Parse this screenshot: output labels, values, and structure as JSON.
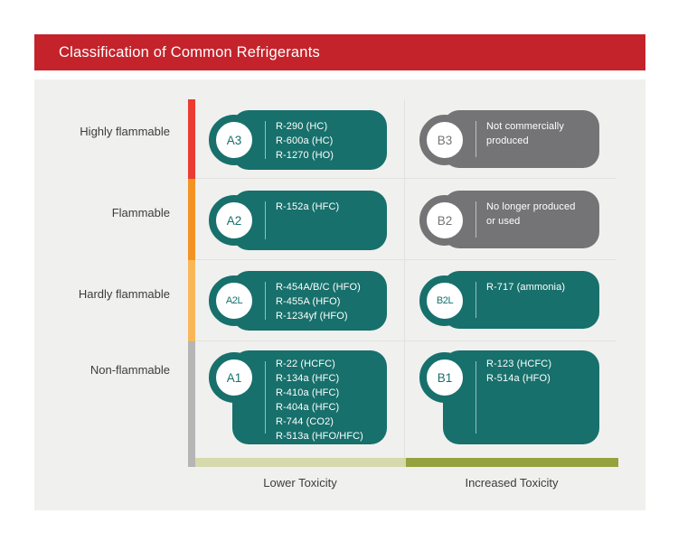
{
  "title": "Classification of Common Refrigerants",
  "colors": {
    "banner": "#c4232b",
    "panel": "#f0f0ee",
    "teal": "#17706c",
    "graycard": "#747477",
    "barred": "#ea3c32",
    "barorange": "#f39324",
    "barlightorange": "#f9b858",
    "bargray": "#b5b5b6",
    "toxleft": "#d5d9ab",
    "toxright": "#95a23d",
    "gridline": "#e2e2df",
    "labeltext": "#3c3c3c"
  },
  "rows": [
    {
      "label": "Highly flammable"
    },
    {
      "label": "Flammable"
    },
    {
      "label": "Hardly flammable"
    },
    {
      "label": "Non-flammable"
    }
  ],
  "toxicity_axis": {
    "left_label": "Lower Toxicity",
    "right_label": "Increased Toxicity"
  },
  "cards": {
    "a3": {
      "badge": "A3",
      "lines": [
        "R-290 (HC)",
        "R-600a (HC)",
        "R-1270 (HO)"
      ]
    },
    "a2": {
      "badge": "A2",
      "lines": [
        "R-152a (HFC)"
      ]
    },
    "a2l": {
      "badge": "A2L",
      "lines": [
        "R-454A/B/C (HFO)",
        "R-455A (HFO)",
        "R-1234yf (HFO)"
      ]
    },
    "a1": {
      "badge": "A1",
      "lines": [
        "R-22 (HCFC)",
        "R-134a (HFC)",
        "R-410a (HFC)",
        "R-404a (HFC)",
        "R-744 (CO2)",
        "R-513a (HFO/HFC)"
      ]
    },
    "b3": {
      "badge": "B3",
      "lines": [
        "Not commercially",
        "produced"
      ]
    },
    "b2": {
      "badge": "B2",
      "lines": [
        "No longer produced",
        "or used"
      ]
    },
    "b2l": {
      "badge": "B2L",
      "lines": [
        "R-717 (ammonia)"
      ]
    },
    "b1": {
      "badge": "B1",
      "lines": [
        "R-123 (HCFC)",
        "R-514a (HFO)"
      ]
    }
  }
}
